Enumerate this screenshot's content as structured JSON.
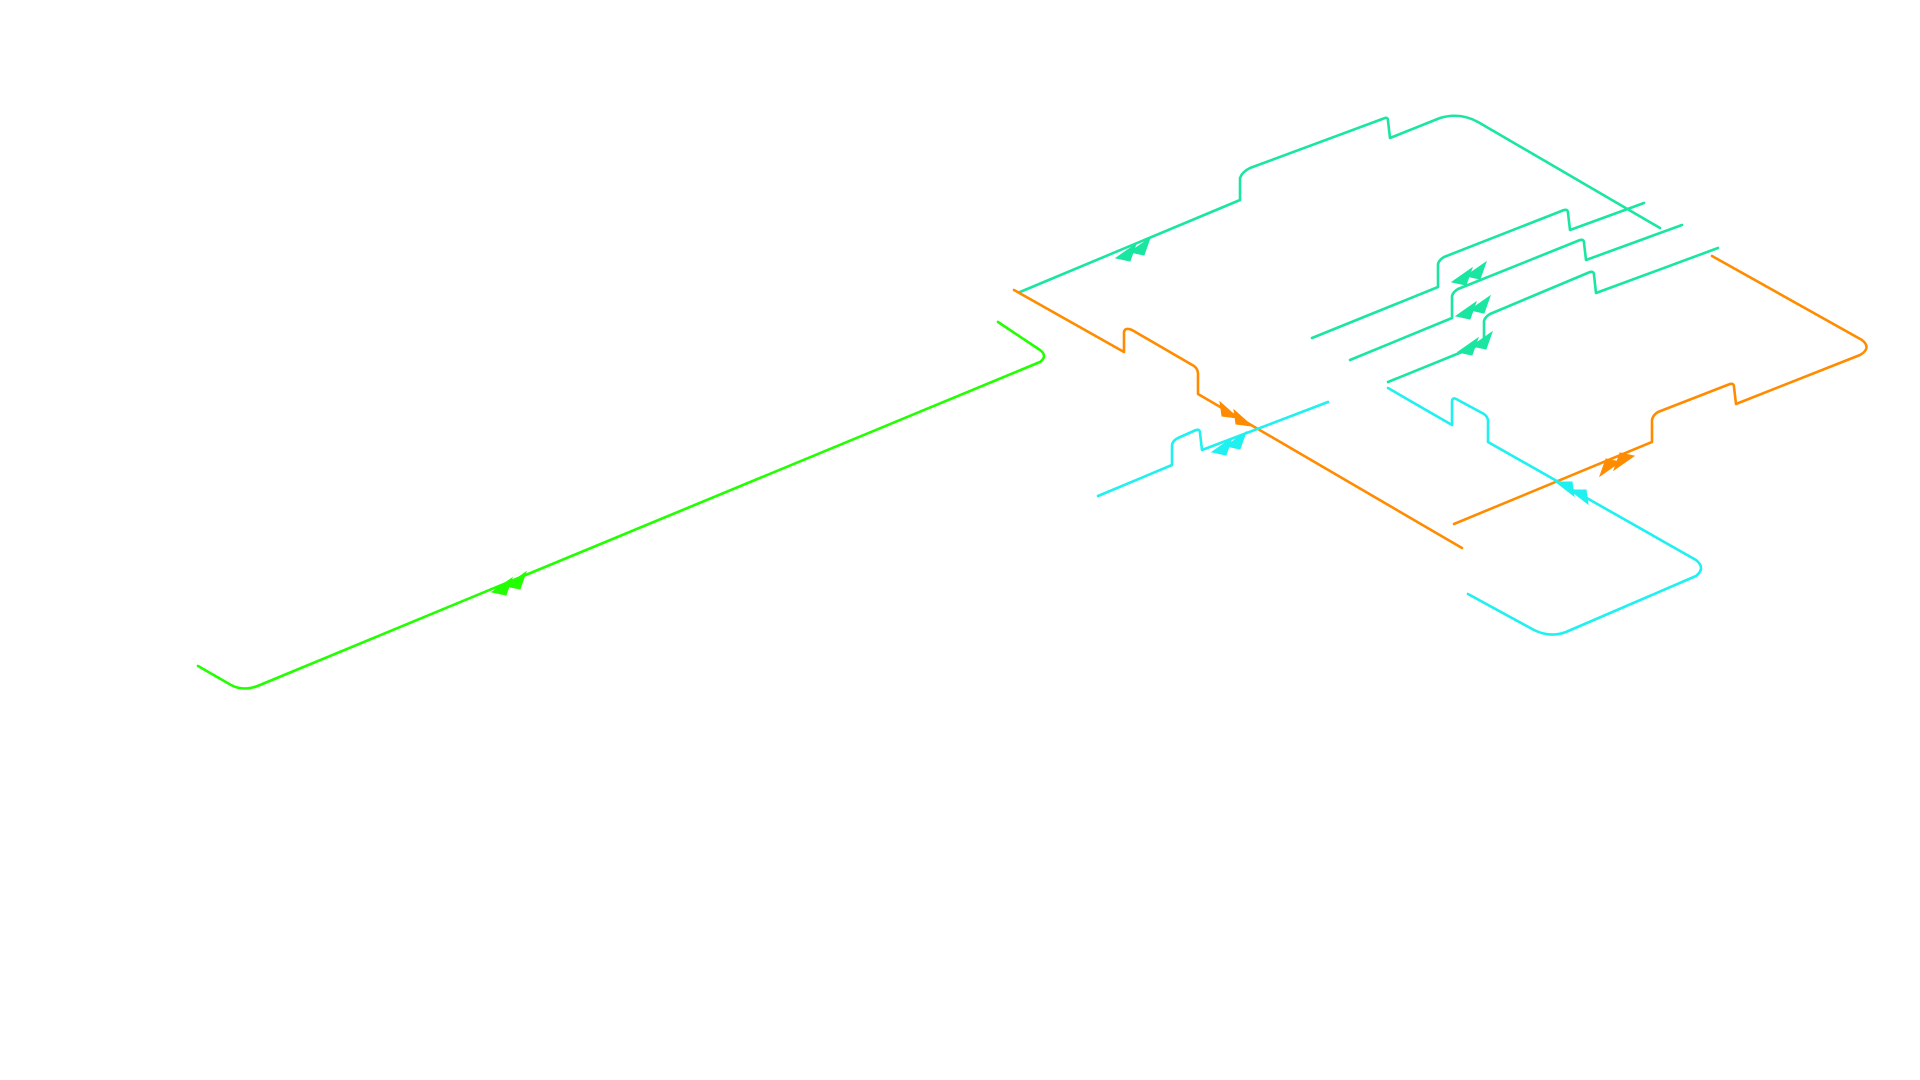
{
  "diagram": {
    "type": "isometric-piping-schematic",
    "background": "#ffffff",
    "lines": [
      {
        "id": "green-line",
        "color": "#22ff00",
        "flow_arrows": 1
      },
      {
        "id": "teal-main-line",
        "color": "#19e6a0",
        "flow_arrows": 1
      },
      {
        "id": "teal-branch-1",
        "color": "#19e6a0",
        "flow_arrows": 1
      },
      {
        "id": "teal-branch-2",
        "color": "#19e6a0",
        "flow_arrows": 1
      },
      {
        "id": "teal-branch-3",
        "color": "#19e6a0",
        "flow_arrows": 1
      },
      {
        "id": "orange-line-1",
        "color": "#ff8c00",
        "flow_arrows": 1
      },
      {
        "id": "orange-line-2",
        "color": "#ff8c00",
        "flow_arrows": 1
      },
      {
        "id": "cyan-line-1",
        "color": "#1ff0f0",
        "flow_arrows": 1
      },
      {
        "id": "cyan-line-2",
        "color": "#1ff0f0",
        "flow_arrows": 1
      }
    ]
  }
}
